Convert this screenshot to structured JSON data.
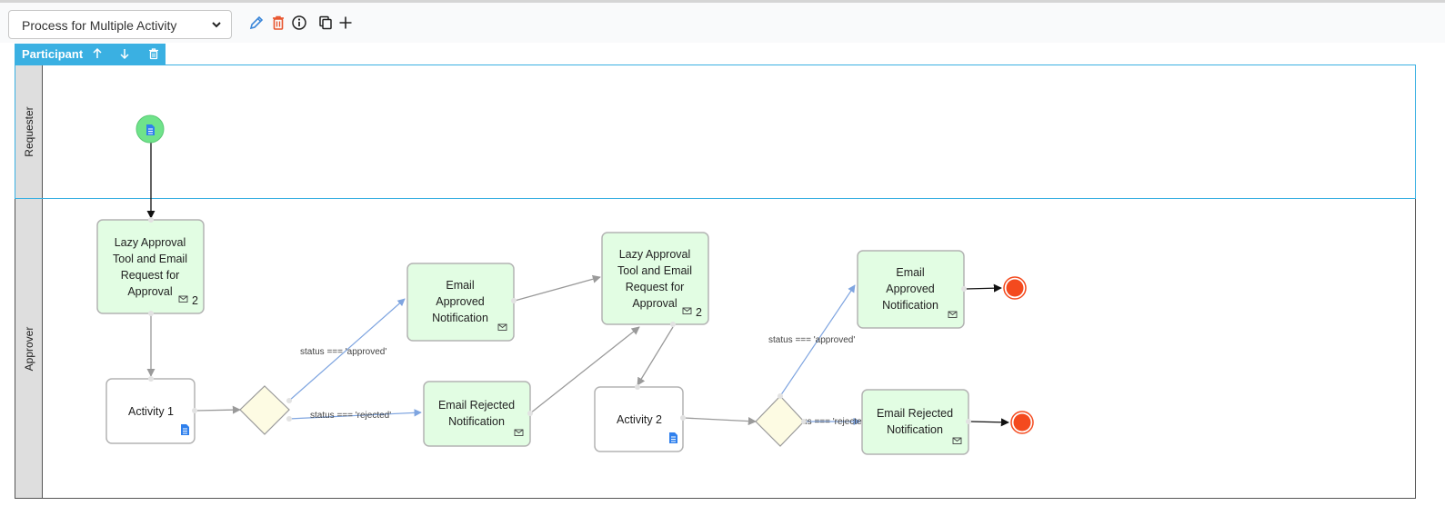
{
  "toolbar": {
    "process_select_value": "Process for Multiple Activity",
    "icons": [
      "edit-icon",
      "delete-icon",
      "info-icon",
      "copy-icon",
      "add-icon"
    ]
  },
  "participant_bar": {
    "label": "Participant",
    "icons": [
      "arrow-up-icon",
      "arrow-down-icon",
      "trash-icon"
    ]
  },
  "lanes": {
    "requester": "Requester",
    "approver": "Approver"
  },
  "nodes": {
    "lazy1": {
      "lines": [
        "Lazy Approval",
        "Tool and Email",
        "Request for",
        "Approval"
      ],
      "count": "2"
    },
    "activity1": {
      "lines": [
        "Activity 1"
      ]
    },
    "approved1": {
      "lines": [
        "Email",
        "Approved",
        "Notification"
      ]
    },
    "rejected1": {
      "lines": [
        "Email Rejected",
        "Notification"
      ]
    },
    "lazy2": {
      "lines": [
        "Lazy Approval",
        "Tool and Email",
        "Request for",
        "Approval"
      ],
      "count": "2"
    },
    "activity2": {
      "lines": [
        "Activity 2"
      ]
    },
    "approved2": {
      "lines": [
        "Email",
        "Approved",
        "Notification"
      ]
    },
    "rejected2": {
      "lines": [
        "Email Rejected",
        "Notification"
      ]
    }
  },
  "edge_labels": {
    "approved1": "status === 'approved'",
    "rejected1": "status === 'rejected'",
    "approved2": "status === 'approved'",
    "rejected2": "status === 'rejected'"
  },
  "colors": {
    "accent": "#3ab0e2",
    "task_fill": "#e2fde3",
    "task_border": "#b3b3b3",
    "gateway_fill": "#fdfbe3",
    "start_fill": "#6fe38a",
    "end_fill": "#f44a1e",
    "flow_blue": "#7fa5e0",
    "flow_gray": "#9a9a9a",
    "edit_blue": "#3a86d9",
    "delete_red": "#e8542d",
    "doc_blue": "#2f80ed"
  }
}
